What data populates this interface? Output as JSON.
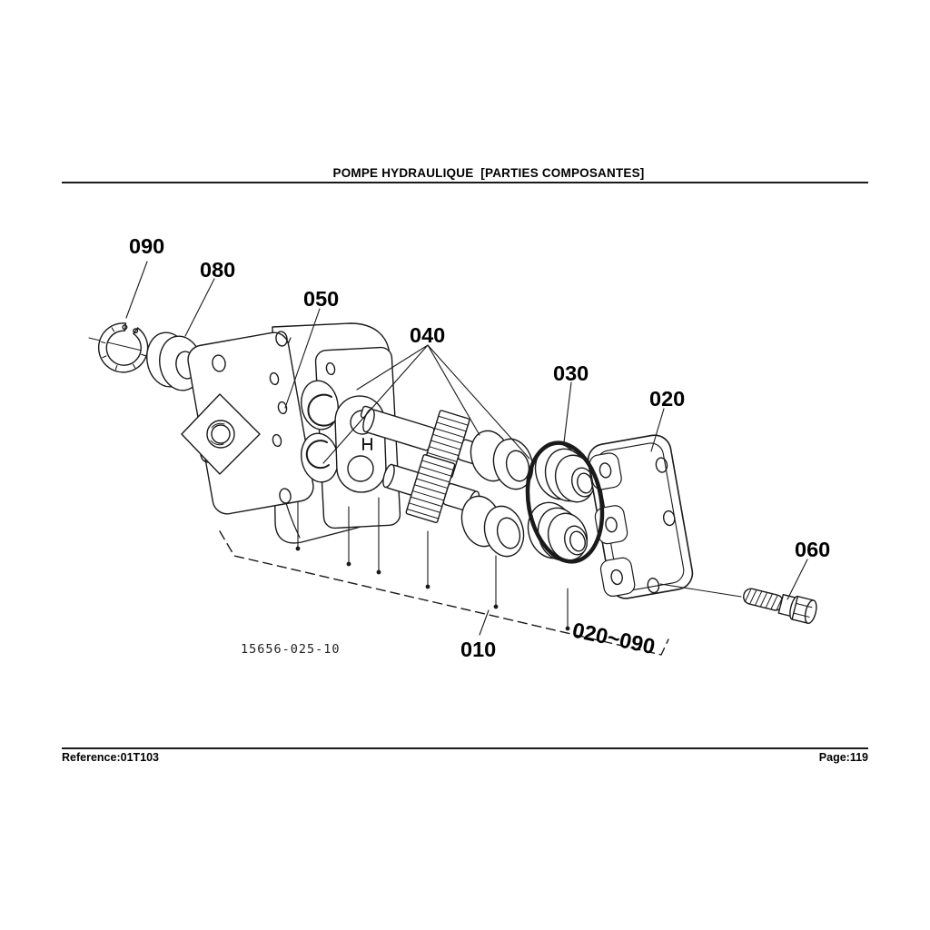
{
  "colors": {
    "ink": "#1a1a1a",
    "background": "#ffffff"
  },
  "header": {
    "title": "POMPE HYDRAULIQUE  [PARTIES COMPOSANTES]"
  },
  "diagram": {
    "drawing_number": "15656-025-10",
    "range_callout": "020~090",
    "callouts": {
      "c090": "090",
      "c080": "080",
      "c050": "050",
      "c040": "040",
      "c030": "030",
      "c020": "020",
      "c060": "060",
      "c010": "010"
    }
  },
  "footer": {
    "reference": "Reference:01T103",
    "page": "Page:119"
  }
}
